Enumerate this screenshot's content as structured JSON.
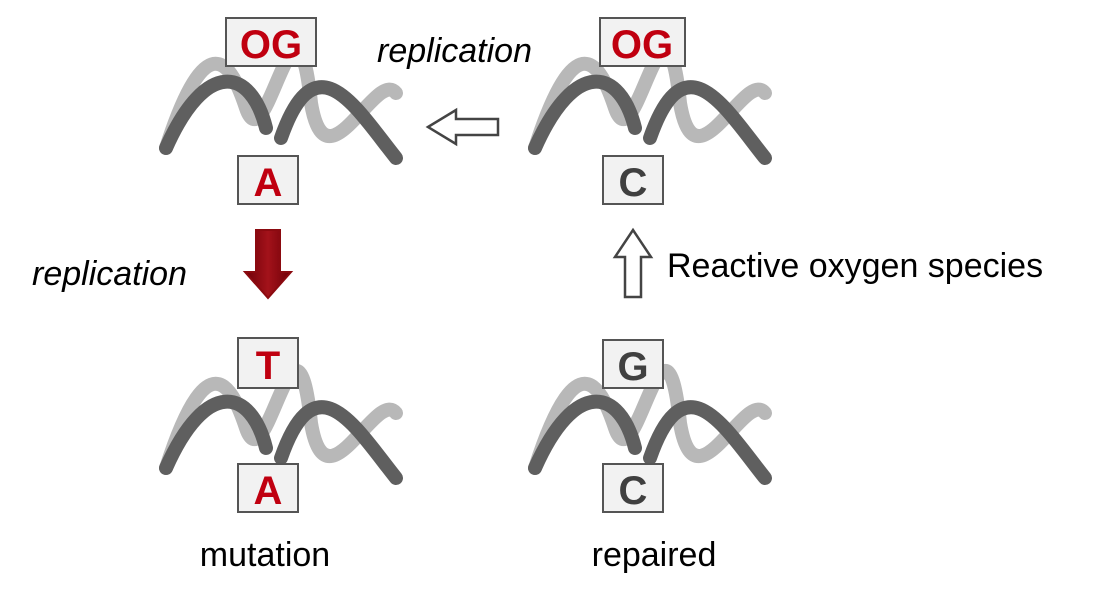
{
  "colors": {
    "strand_dark": "#5f5f5f",
    "strand_light": "#b8b8b8",
    "box_fill": "#f2f2f2",
    "box_stroke": "#555555",
    "damaged_base": "#c00010",
    "normal_base": "#404040",
    "mutation_arrow": "#8b0a10",
    "outline_arrow": "#444444"
  },
  "icons": {
    "open_arrow": "outline-arrow",
    "mutation_arrow": "filled-dark-red-arrow"
  },
  "units": {
    "top_left": {
      "top_base": "OG",
      "bottom_base": "A",
      "top_damaged": true,
      "bottom_damaged": true
    },
    "top_right": {
      "top_base": "OG",
      "bottom_base": "C",
      "top_damaged": true,
      "bottom_damaged": false
    },
    "bottom_left": {
      "top_base": "T",
      "bottom_base": "A",
      "top_damaged": true,
      "bottom_damaged": true
    },
    "bottom_right": {
      "top_base": "G",
      "bottom_base": "C",
      "top_damaged": false,
      "bottom_damaged": false
    }
  },
  "labels": {
    "replication_top": "replication",
    "replication_left": "replication",
    "ros": "Reactive oxygen species",
    "mutation": "mutation",
    "repaired": "repaired"
  }
}
